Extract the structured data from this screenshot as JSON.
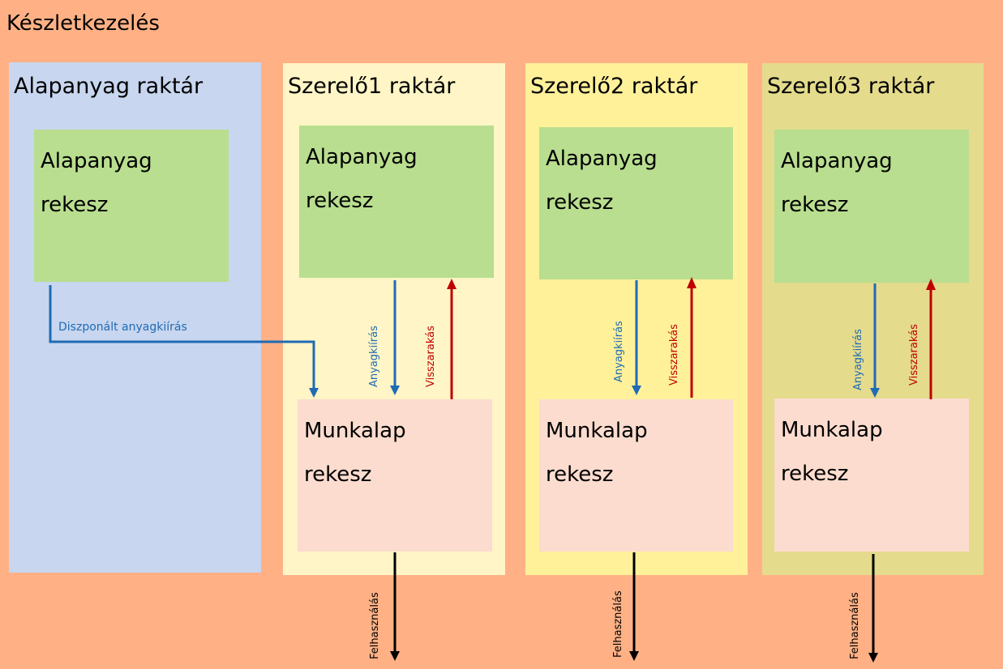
{
  "title": "Készletkezelés",
  "colors": {
    "background": "#ffb185",
    "blue_arrow": "#1f6bb4",
    "red_arrow": "#c00000",
    "black_arrow": "#000000"
  },
  "panels": [
    {
      "title": "Alapanyag raktár",
      "color": "#c8d6ef",
      "box": {
        "line1": "Alapanyag",
        "line2": "rekesz"
      },
      "flow_label": "Diszponált  anyagkiírás"
    },
    {
      "title": "Szerelő1 raktár",
      "color": "#fff5c6",
      "top_box": {
        "line1": "Alapanyag",
        "line2": "rekesz"
      },
      "bottom_box": {
        "line1": "Munkalap",
        "line2": "rekesz"
      },
      "down_label": "Anyagkiírás",
      "up_label": "Visszarakás",
      "out_label": "Felhasználás"
    },
    {
      "title": "Szerelő2 raktár",
      "color": "#fff19a",
      "top_box": {
        "line1": "Alapanyag",
        "line2": "rekesz"
      },
      "bottom_box": {
        "line1": "Munkalap",
        "line2": "rekesz"
      },
      "down_label": "Anyagkiírás",
      "up_label": "Visszarakás",
      "out_label": "Felhasználás"
    },
    {
      "title": "Szerelő3 raktár",
      "color": "#e4db8c",
      "top_box": {
        "line1": "Alapanyag",
        "line2": "rekesz"
      },
      "bottom_box": {
        "line1": "Munkalap",
        "line2": "rekesz"
      },
      "down_label": "Anyagkiírás",
      "up_label": "Visszarakás",
      "out_label": "Felhasználás"
    }
  ]
}
